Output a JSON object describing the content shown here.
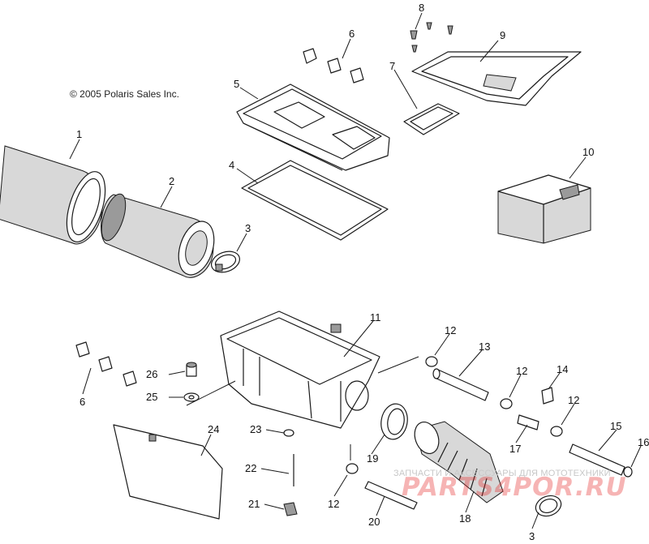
{
  "copyright": "© 2005 Polaris Sales Inc.",
  "watermark": {
    "small": "ЗАПЧАСТИ И АКСЕССУАРЫ ДЛЯ МОТОТЕХНИКИ",
    "big": "PARTS4POR.RU"
  },
  "labels": {
    "l1": "1",
    "l2": "2",
    "l3a": "3",
    "l3b": "3",
    "l4": "4",
    "l5": "5",
    "l6a": "6",
    "l6b": "6",
    "l7": "7",
    "l8": "8",
    "l9": "9",
    "l10": "10",
    "l11": "11",
    "l12a": "12",
    "l12b": "12",
    "l12c": "12",
    "l12d": "12",
    "l13": "13",
    "l14": "14",
    "l15": "15",
    "l16": "16",
    "l17": "17",
    "l18": "18",
    "l19": "19",
    "l20": "20",
    "l21": "21",
    "l22": "22",
    "l23": "23",
    "l24": "24",
    "l25": "25",
    "l26": "26"
  }
}
